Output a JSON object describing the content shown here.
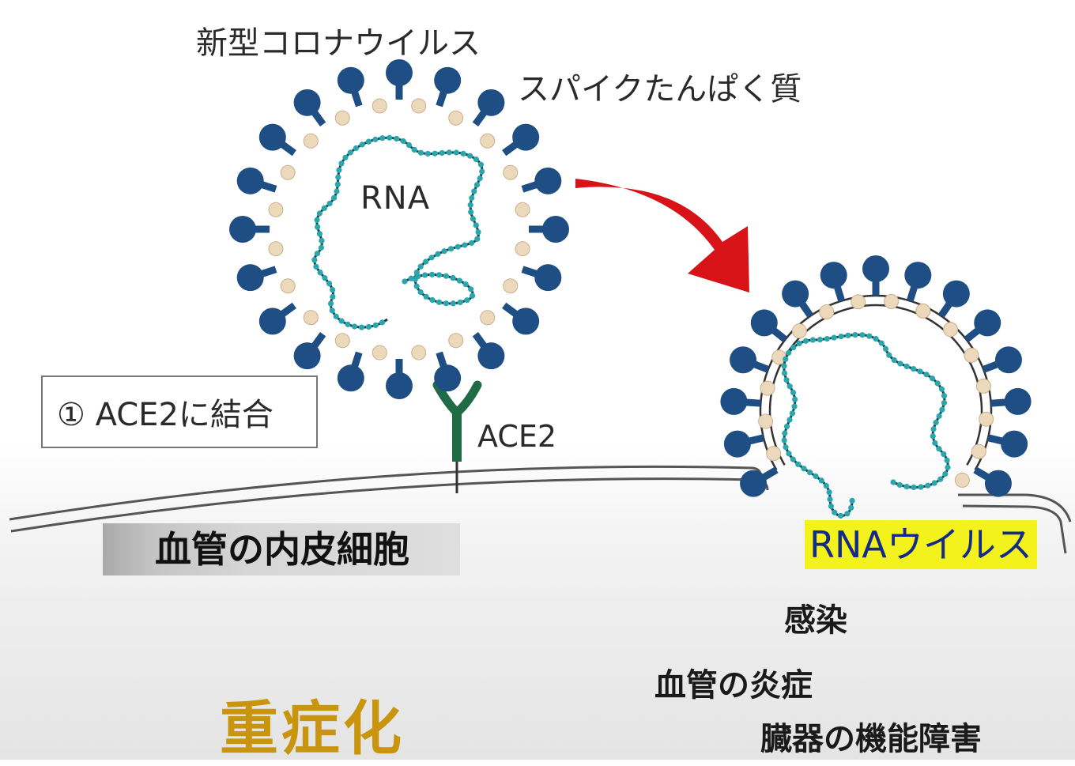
{
  "labels": {
    "virus_title": "新型コロナウイルス",
    "spike": "スパイクたんぱく質",
    "rna": "RNA",
    "ace2": "ACE2",
    "step1": "① ACE2に結合",
    "endothelium": "血管の内皮細胞",
    "rna_virus": "RNAウイルス",
    "infection": "感染",
    "vascular_inflammation": "血管の炎症",
    "organ_dysfunction": "臓器の機能障害",
    "severe": "重症化"
  },
  "colors": {
    "spike": "#1f4e85",
    "membrane_beads": "#ecd9bc",
    "rna_strand": "#2aa7ad",
    "ace2_receptor": "#1f6b45",
    "arrow": "#d81317",
    "highlight": "#f4f21c",
    "rna_virus_text": "#142a8a",
    "severe_text": "#c9940e"
  }
}
